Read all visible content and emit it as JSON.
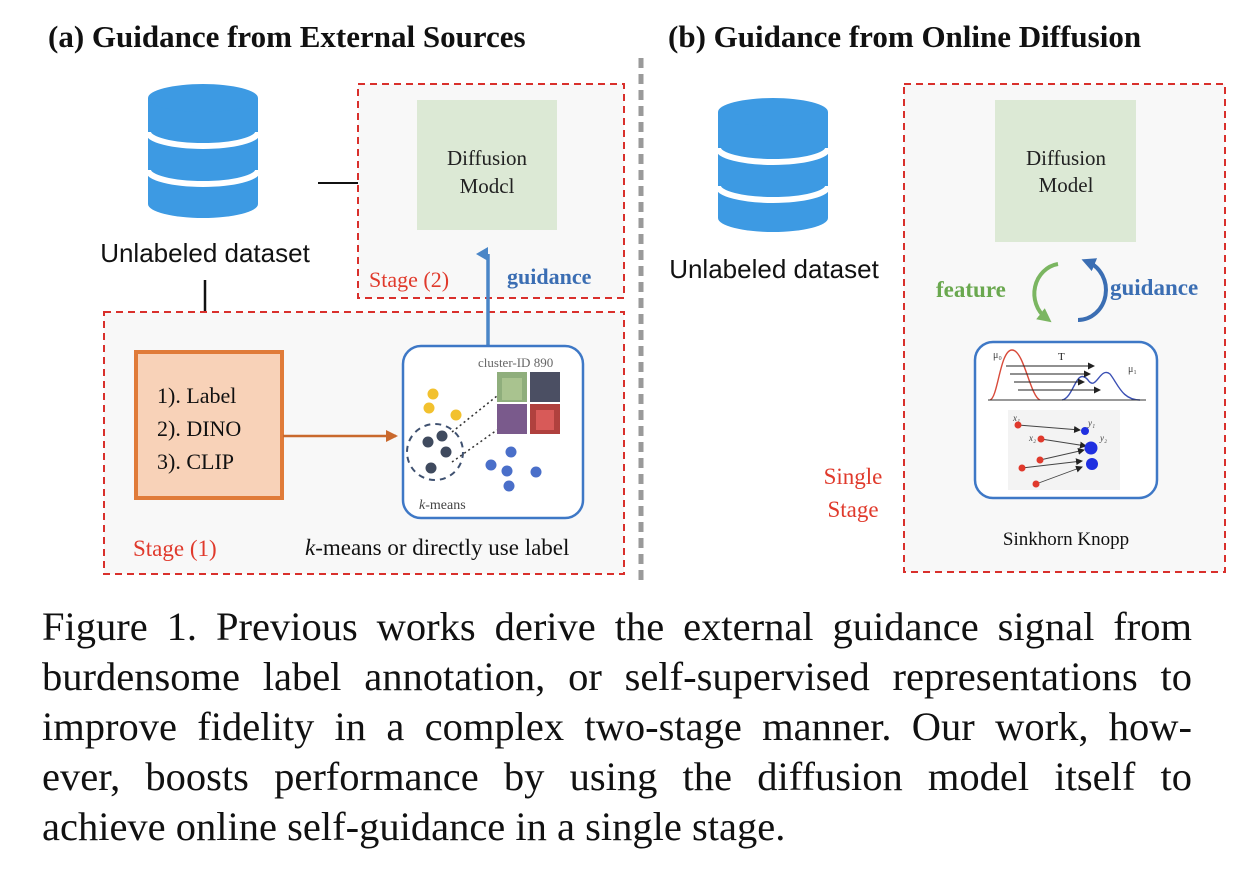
{
  "panel_a": {
    "title": "(a) Guidance from External Sources",
    "dataset_label": "Unlabeled dataset",
    "diffusion_line1": "Diffusion",
    "diffusion_line2": "Modcl",
    "stage2_label": "Stage (2)",
    "guidance_label": "guidance",
    "options": [
      "1). Label",
      "2). DINO",
      "3). CLIP"
    ],
    "cluster_label": "cluster-ID 890",
    "kmeans_inset_label": "k-means",
    "stage1_label": "Stage (1)",
    "kmeans_caption_k": "k",
    "kmeans_caption_rest": "-means or directly use label"
  },
  "panel_b": {
    "title": "(b) Guidance from Online Diffusion",
    "dataset_label": "Unlabeled dataset",
    "diffusion_line1": "Diffusion",
    "diffusion_line2": "Model",
    "feature_label": "feature",
    "guidance_label": "guidance",
    "single_line1": "Single",
    "single_line2": "Stage",
    "sinkhorn_label": "Sinkhorn Knopp",
    "plot_labels": {
      "mu0": "μ₀",
      "mu1": "μ₁",
      "T": "T",
      "x1": "x₁",
      "x2": "x₂",
      "y1": "y₁",
      "y2": "y₂"
    }
  },
  "colors": {
    "database_blue": "#3d9ae3",
    "dashed_red": "#d9302c",
    "stage_red": "#e03a2c",
    "guidance_blue": "#3b6eb3",
    "feature_green": "#6aa84f",
    "diffusion_box": "#dce9d5",
    "orange_box_fill": "#f8d2b8",
    "orange_box_border": "#e07b39",
    "panel_border_blue": "#3e78c6"
  },
  "caption": {
    "lines": [
      "Figure 1. Previous works derive the external guidance signal from",
      "burdensome label annotation, or self-supervised representations to",
      "improve fidelity in a complex two-stage manner. Our work, how-",
      "ever, boosts performance by using the diffusion model itself to",
      "achieve online self-guidance in a single stage."
    ]
  }
}
